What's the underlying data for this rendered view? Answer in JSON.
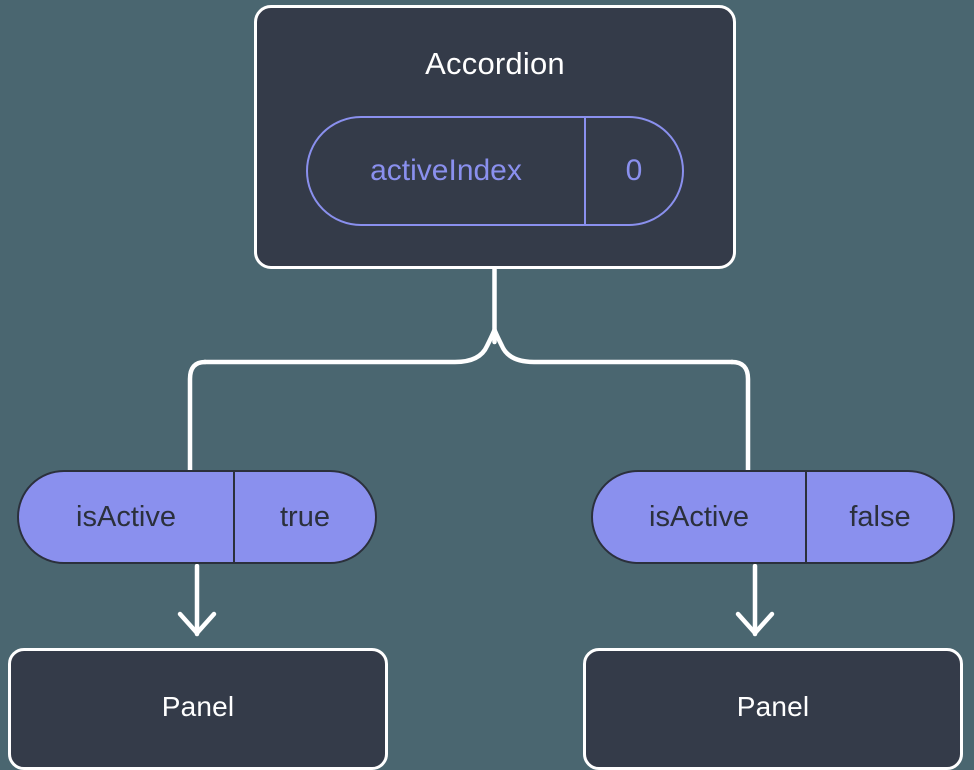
{
  "diagram": {
    "title_node": {
      "label": "Accordion",
      "state_pill": {
        "key": "activeIndex",
        "value": "0"
      }
    },
    "branches": [
      {
        "prop_pill": {
          "key": "isActive",
          "value": "true"
        },
        "child": {
          "label": "Panel"
        }
      },
      {
        "prop_pill": {
          "key": "isActive",
          "value": "false"
        },
        "child": {
          "label": "Panel"
        }
      }
    ]
  },
  "colors": {
    "background": "#4a6670",
    "card_fill": "#343b49",
    "card_border": "#ffffff",
    "accent_purple": "#8a90ee",
    "pill_text_dark": "#2b303c",
    "connector": "#ffffff"
  }
}
